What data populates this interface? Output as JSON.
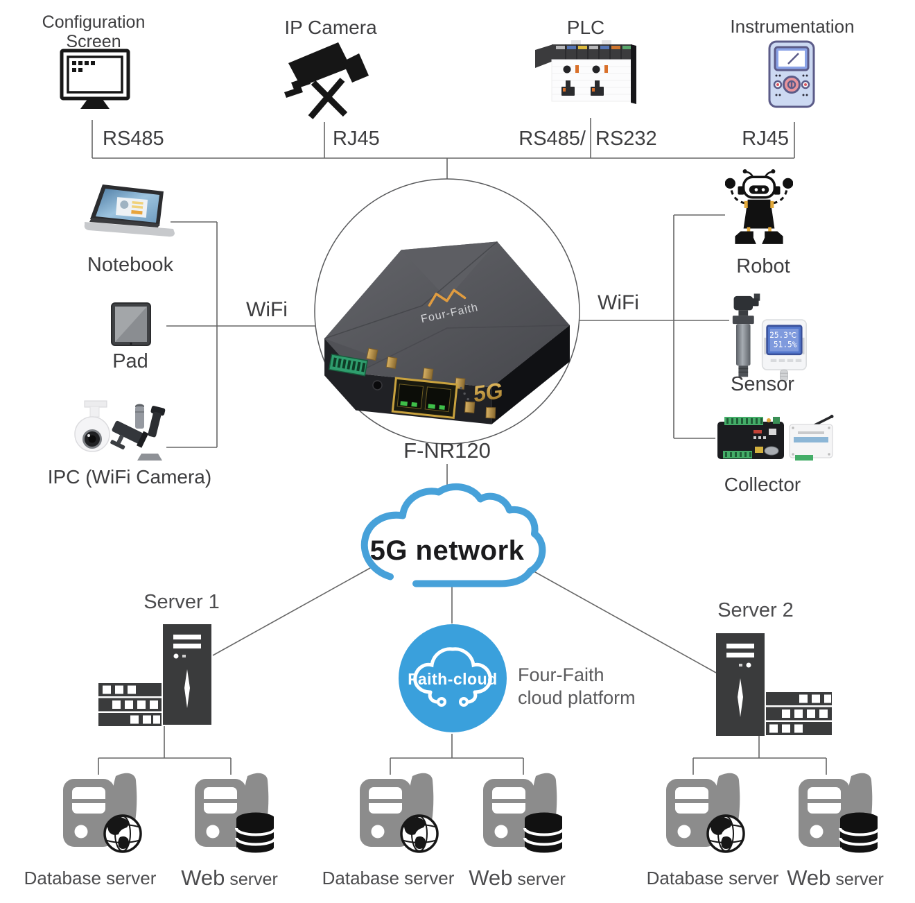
{
  "colors": {
    "line": "#666666",
    "text_dark": "#3d3d3f",
    "text_gray": "#58585a",
    "cloud_blue": "#47a1d9",
    "platform_blue": "#3aa0dc",
    "icon_dark": "#3a3b3c",
    "icon_gray": "#8c8c8c",
    "brand_orange": "#e09c40",
    "gold": "#c9a23e"
  },
  "top_row": [
    {
      "label": "Configuration Screen",
      "port": "RS485"
    },
    {
      "label": "IP Camera",
      "port": "RJ45"
    },
    {
      "label": "PLC",
      "port_left": "RS485/",
      "port_right": "RS232"
    },
    {
      "label": "Instrumentation",
      "port": "RJ45"
    }
  ],
  "left_group": {
    "wifi": "WiFi",
    "notebook": "Notebook",
    "pad": "Pad",
    "ipc": "IPC (WiFi Camera)"
  },
  "right_group": {
    "wifi": "WiFi",
    "robot": "Robot",
    "sensor": "Sensor",
    "collector": "Collector",
    "sensor_display": {
      "temp": "25.3℃",
      "humidity": "51.5%"
    }
  },
  "router": {
    "model": "F-NR120",
    "brand": "Four-Faith",
    "badge": "5G"
  },
  "cloud": {
    "label": "5G network"
  },
  "platform": {
    "badge": "Faith-cloud",
    "caption_line1": "Four-Faith",
    "caption_line2": "cloud platform"
  },
  "servers": [
    {
      "label": "Server 1"
    },
    {
      "label": "Server 2"
    }
  ],
  "bottom_pairs": [
    {
      "db": "Database server",
      "web_word": "Web",
      "server_word": "server"
    },
    {
      "db": "Database server",
      "web_word": "Web",
      "server_word": "server"
    },
    {
      "db": "Database server",
      "web_word": "Web",
      "server_word": "server"
    }
  ]
}
